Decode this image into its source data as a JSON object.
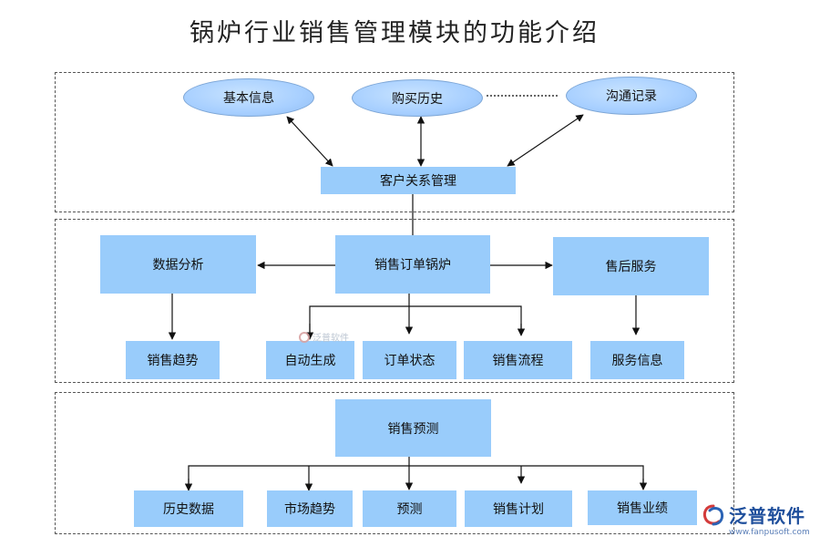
{
  "title": "锅炉行业销售管理模块的功能介绍",
  "crm": {
    "top_nodes": [
      "基本信息",
      "购买历史",
      "沟通记录"
    ],
    "hub": "客户关系管理"
  },
  "order": {
    "hub": "销售订单锅炉",
    "left": "数据分析",
    "right": "售后服务",
    "left_child": "销售趋势",
    "center_children": [
      "自动生成",
      "订单状态",
      "销售流程"
    ],
    "right_child": "服务信息"
  },
  "forecast": {
    "hub": "销售预测",
    "children": [
      "历史数据",
      "市场趋势",
      "预测",
      "销售计划",
      "销售业绩"
    ]
  },
  "watermark": {
    "small_text": "泛普软件"
  },
  "brand": {
    "name": "泛普软件",
    "url": "www.fanpusoft.com"
  },
  "colors": {
    "box": "#99ccfb",
    "ellipse": "#a7cfff",
    "brand": "#1f4f9c"
  }
}
